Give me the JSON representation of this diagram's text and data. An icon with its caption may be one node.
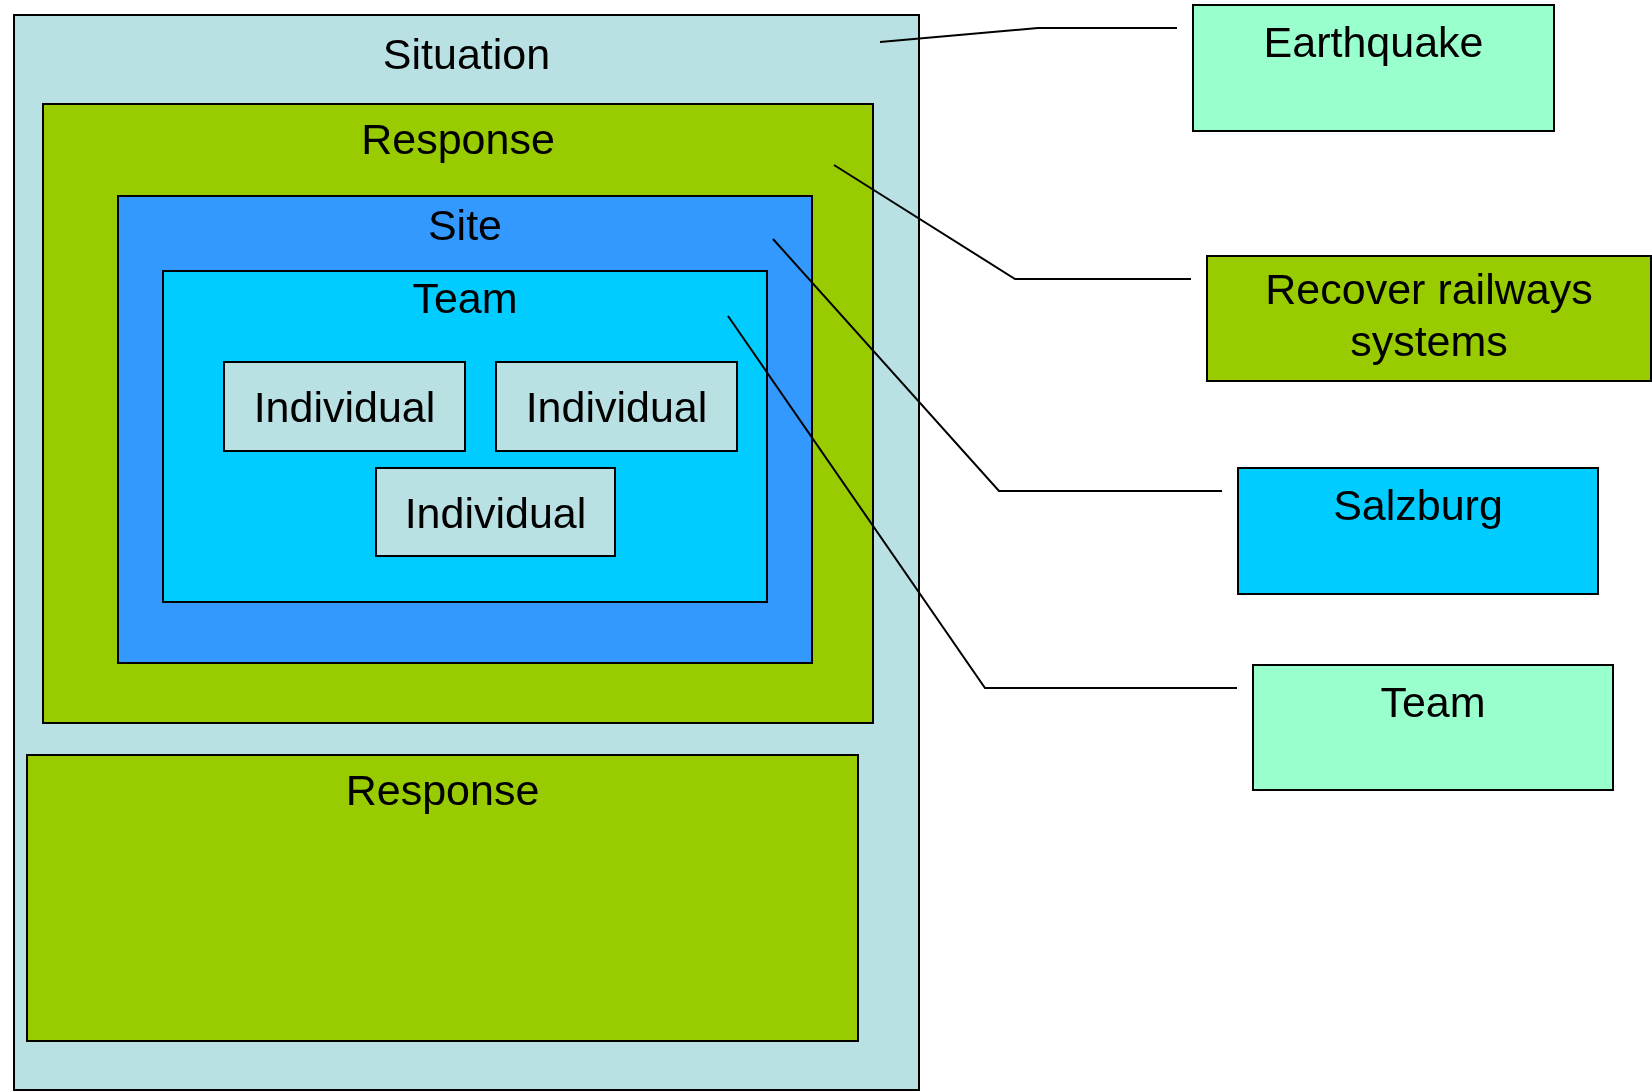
{
  "diagram": {
    "nodes": [
      {
        "text": [
          "Situation"
        ]
      },
      {
        "text": [
          "Response"
        ],
        "in": 0
      },
      {
        "text": [
          "Site"
        ],
        "in": 1
      },
      {
        "text": [
          "Team"
        ],
        "in": 2
      },
      {
        "text": [
          "Individual"
        ],
        "in": 3
      },
      {
        "text": [
          "Individual"
        ],
        "in": 3
      },
      {
        "text": [
          "Individual"
        ],
        "in": 3
      },
      {
        "text": [
          "Response"
        ],
        "in": 0
      },
      {
        "text": [
          "Earthquake"
        ]
      },
      {
        "text": [
          "Recover railways systems"
        ]
      },
      {
        "text": [
          "Salzburg"
        ]
      },
      {
        "text": [
          "Team"
        ]
      }
    ],
    "edges": [
      {
        "from": 8,
        "to": 0,
        "arrow": "none"
      },
      {
        "from": 9,
        "to": 1,
        "arrow": "none"
      },
      {
        "from": 10,
        "to": 2,
        "arrow": "none"
      },
      {
        "from": 11,
        "to": 3,
        "arrow": "none"
      }
    ]
  }
}
